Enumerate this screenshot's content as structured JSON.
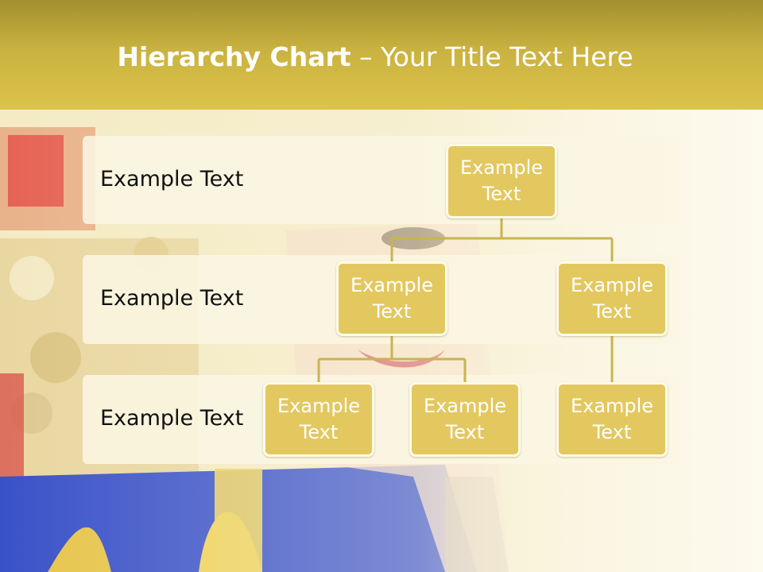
{
  "title": {
    "bold": "Hierarchy Chart",
    "rest": " – Your Title Text Here"
  },
  "levels": [
    {
      "label": "Example Text"
    },
    {
      "label": "Example Text"
    },
    {
      "label": "Example Text"
    }
  ],
  "nodes": {
    "root": "Example\nText",
    "l2_left": "Example\nText",
    "l2_right": "Example\nText",
    "l3_a": "Example\nText",
    "l3_b": "Example\nText",
    "l3_c": "Example\nText"
  },
  "colors": {
    "title_bar": "#c9b240",
    "node_fill": "#e3c860",
    "node_border": "#fffbe8",
    "band_fill": "#fbf6e2",
    "connector": "#c9b451",
    "title_text": "#ffffff"
  }
}
